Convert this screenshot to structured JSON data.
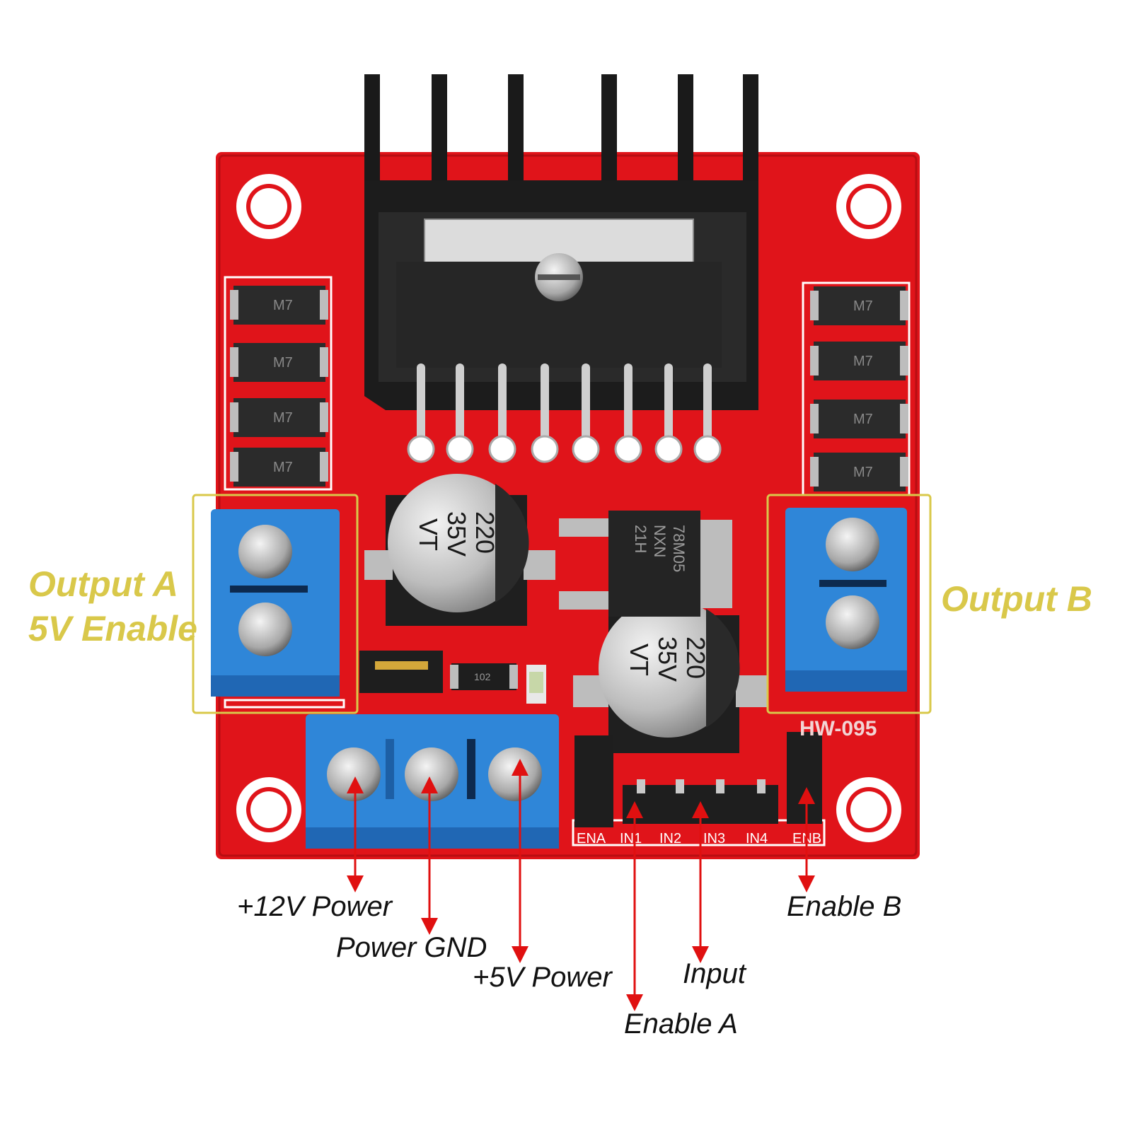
{
  "board": {
    "model": "HW-095",
    "pin_labels": [
      "ENA",
      "IN1",
      "IN2",
      "IN3",
      "IN4",
      "ENB"
    ],
    "diode_marking": "M7",
    "capacitor_marking": [
      "220",
      "35V",
      "VT"
    ],
    "regulator_marking": [
      "78M05",
      "NXN",
      "21H"
    ],
    "resistor_marking": "102"
  },
  "highlight_labels": {
    "output_a": [
      "Output A",
      "5V Enable"
    ],
    "output_b": "Output B"
  },
  "callouts": {
    "power_12v": "+12V Power",
    "power_gnd": "Power GND",
    "power_5v": "+5V Power",
    "enable_a": "Enable A",
    "input": "Input",
    "enable_b": "Enable B"
  },
  "colors": {
    "pcb": "#e0141a",
    "highlight": "#d9c84a",
    "arrow": "#e01010",
    "terminal": "#2f86d8"
  }
}
